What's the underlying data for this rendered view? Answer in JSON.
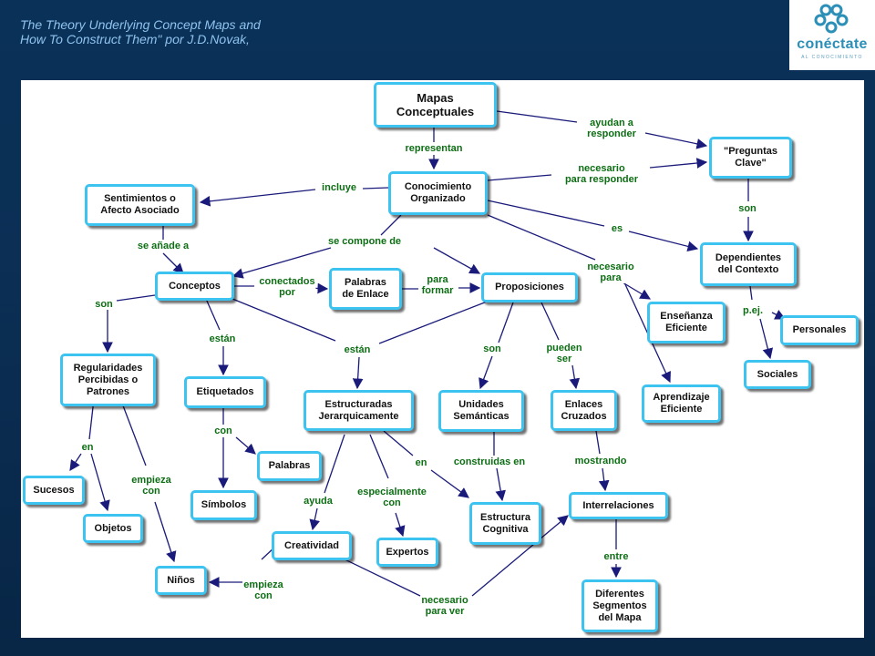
{
  "caption": {
    "line1": "The Theory Underlying Concept Maps and",
    "line2": "How To Construct Them\" por J.D.Novak,"
  },
  "logo": {
    "name": "conéctate",
    "tagline": "AL CONOCIMIENTO"
  },
  "colors": {
    "background": "#0b2f55",
    "node_border": "#3cc3ef",
    "link_text": "#0d6e14",
    "arrow": "#1a1a7a"
  },
  "concepts": {
    "mapas": "Mapas\nConceptuales",
    "conocimiento": "Conocimiento\nOrganizado",
    "preguntas": "\"Preguntas\nClave\"",
    "sentimientos": "Sentimientos o\nAfecto Asociado",
    "dependientes": "Dependientes\ndel Contexto",
    "conceptos": "Conceptos",
    "palabras_enlace": "Palabras\nde Enlace",
    "proposiciones": "Proposiciones",
    "ensenanza": "Enseñanza\nEficiente",
    "personales": "Personales",
    "sociales": "Sociales",
    "regularidades": "Regularidades\nPercibidas o\nPatrones",
    "etiquetados": "Etiquetados",
    "estructuradas": "Estructuradas\nJerarquicamente",
    "unidades": "Unidades\nSemánticas",
    "enlaces_cruzados": "Enlaces\nCruzados",
    "aprendizaje": "Aprendizaje\nEficiente",
    "sucesos": "Sucesos",
    "palabras": "Palabras",
    "objetos": "Objetos",
    "simbolos": "Símbolos",
    "estructura_cognitiva": "Estructura\nCognitiva",
    "interrelaciones": "Interrelaciones",
    "creatividad": "Creatividad",
    "expertos": "Expertos",
    "ninos": "Niños",
    "diferentes": "Diferentes\nSegmentos\ndel Mapa"
  },
  "links": {
    "representan": "representan",
    "ayudan_a_responder": "ayudan a\nresponder",
    "necesario_para_responder": "necesario\npara responder",
    "incluye": "incluye",
    "es": "es",
    "son_preguntas": "son",
    "se_anade_a": "se añade a",
    "se_compone_de": "se compone de",
    "necesario_para": "necesario\npara",
    "conectados_por": "conectados\npor",
    "para_formar": "para\nformar",
    "pej": "p.ej.",
    "son_conceptos": "son",
    "estan_etiquetados": "están",
    "estan_estructuradas": "están",
    "son_proposiciones": "son",
    "pueden_ser": "pueden\nser",
    "en_regularidades": "en",
    "empieza_con_regularidades": "empieza\ncon",
    "con": "con",
    "en_estructuradas": "en",
    "construidas_en": "construidas en",
    "mostrando": "mostrando",
    "ayuda": "ayuda",
    "especialmente_con": "especialmente\ncon",
    "entre": "entre",
    "empieza_con_creatividad": "empieza\ncon",
    "necesario_para_ver": "necesario\npara ver"
  }
}
